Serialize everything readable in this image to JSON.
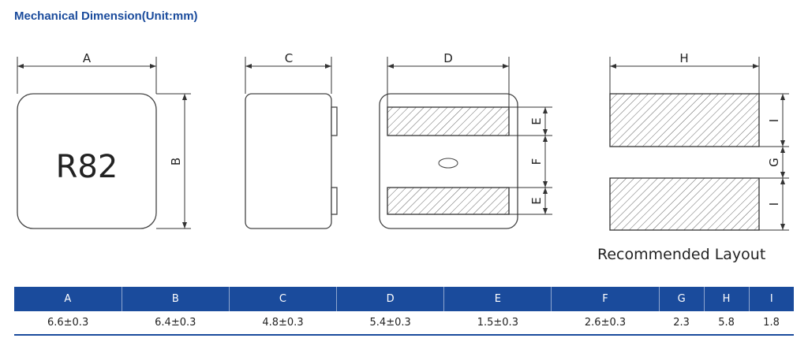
{
  "title": "Mechanical Dimension(Unit:mm)",
  "marking": "R82",
  "labels": {
    "A": "A",
    "B": "B",
    "C": "C",
    "D": "D",
    "E": "E",
    "F": "F",
    "G": "G",
    "H": "H",
    "I": "I"
  },
  "recommended_layout": "Recommended Layout",
  "table": {
    "headers": [
      "A",
      "B",
      "C",
      "D",
      "E",
      "F",
      "G",
      "H",
      "I"
    ],
    "values": [
      "6.6±0.3",
      "6.4±0.3",
      "4.8±0.3",
      "5.4±0.3",
      "1.5±0.3",
      "2.6±0.3",
      "2.3",
      "5.8",
      "1.8"
    ]
  },
  "colors": {
    "accent": "#1a4b9c"
  }
}
